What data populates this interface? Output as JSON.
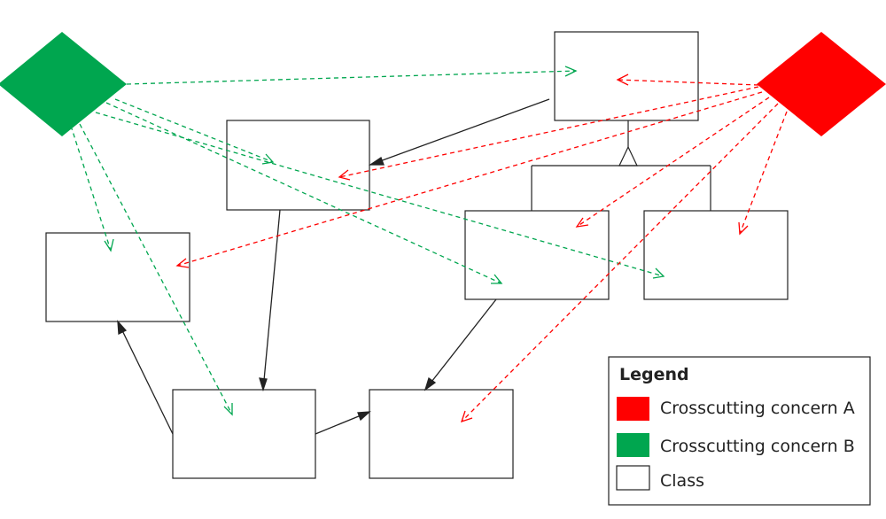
{
  "colors": {
    "concern_a": "#ff0000",
    "concern_b": "#00a64f",
    "class_fill": "#ffffff",
    "class_stroke": "#222222",
    "association": "#222222"
  },
  "nodes": [
    {
      "id": "concern-b",
      "kind": "crosscutting-concern-b"
    },
    {
      "id": "concern-a",
      "kind": "crosscutting-concern-a"
    },
    {
      "id": "class-1",
      "kind": "class"
    },
    {
      "id": "class-2",
      "kind": "class"
    },
    {
      "id": "class-3",
      "kind": "class"
    },
    {
      "id": "class-4",
      "kind": "class"
    },
    {
      "id": "class-5",
      "kind": "class"
    },
    {
      "id": "class-6",
      "kind": "class"
    },
    {
      "id": "class-7",
      "kind": "class"
    },
    {
      "id": "class-8",
      "kind": "class"
    }
  ],
  "edges": {
    "associations": [
      {
        "from": "class-1",
        "to": "class-2"
      },
      {
        "from": "class-2",
        "to": "class-7"
      },
      {
        "from": "class-7",
        "to": "class-3"
      },
      {
        "from": "class-7",
        "to": "class-8"
      },
      {
        "from": "class-4",
        "to": "class-8"
      }
    ],
    "generalization": {
      "parent": "class-1",
      "children": [
        "class-4",
        "class-5"
      ]
    },
    "concern_a_targets": [
      "class-1",
      "class-2",
      "class-3",
      "class-4",
      "class-5",
      "class-8"
    ],
    "concern_b_targets": [
      "class-1",
      "class-2",
      "class-3",
      "class-4",
      "class-5",
      "class-7"
    ]
  },
  "legend": {
    "title": "Legend",
    "items": [
      {
        "key": "concern_a",
        "label": "Crosscutting concern A"
      },
      {
        "key": "concern_b",
        "label": "Crosscutting concern B"
      },
      {
        "key": "class",
        "label": "Class"
      }
    ]
  }
}
